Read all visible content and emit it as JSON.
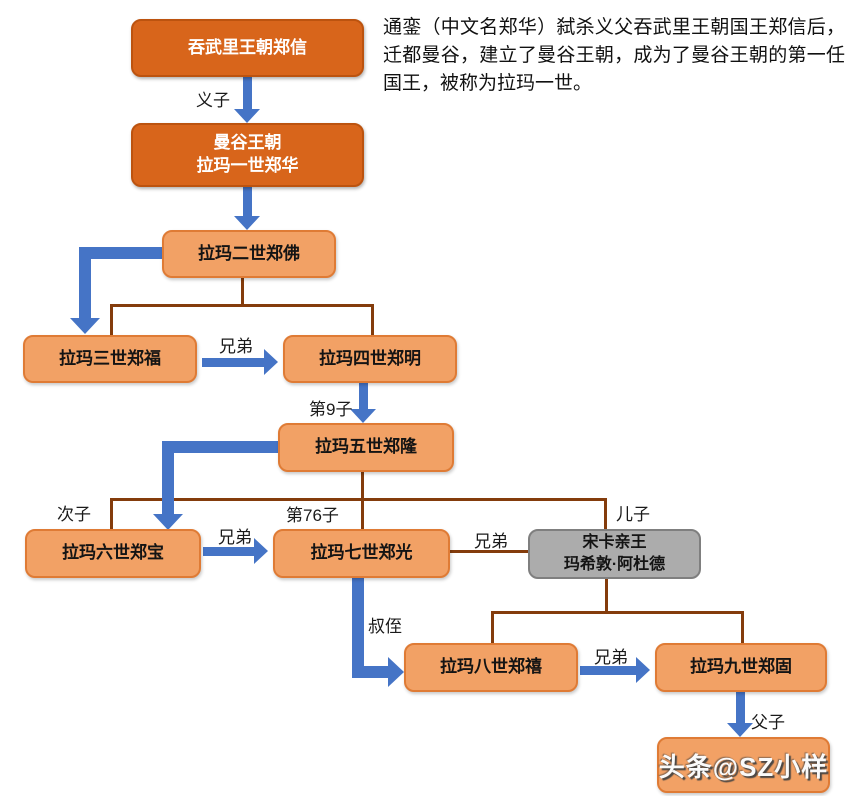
{
  "colors": {
    "box_dark": "#D8651B",
    "box_dark_border": "#BC530F",
    "box_light": "#F2A165",
    "box_light_border": "#DF7B35",
    "box_gray": "#ACACAC",
    "box_gray_border": "#7F7F7F",
    "blue": "#4574C6",
    "brown": "#843C0C"
  },
  "note": {
    "text": "通銮（中文名郑华）弑杀义父吞武里王朝国王郑信后，迁都曼谷，建立了曼谷王朝，成为了曼谷王朝的第一任国王，被称为拉玛一世。"
  },
  "nodes": {
    "taksin": {
      "label": "吞武里王朝郑信"
    },
    "rama1": {
      "label": "曼谷王朝\n拉玛一世郑华"
    },
    "rama2": {
      "label": "拉玛二世郑佛"
    },
    "rama3": {
      "label": "拉玛三世郑福"
    },
    "rama4": {
      "label": "拉玛四世郑明"
    },
    "rama5": {
      "label": "拉玛五世郑隆"
    },
    "rama6": {
      "label": "拉玛六世郑宝"
    },
    "rama7": {
      "label": "拉玛七世郑光"
    },
    "mahidol": {
      "label": "宋卡亲王\n玛希敦·阿杜德"
    },
    "rama8": {
      "label": "拉玛八世郑禧"
    },
    "rama9": {
      "label": "拉玛九世郑固"
    }
  },
  "relations": {
    "yizi": "义子",
    "xiongdi1": "兄弟",
    "di9zi": "第9子",
    "cizi": "次子",
    "di76zi": "第76子",
    "erzi": "儿子",
    "xiongdi2": "兄弟",
    "xiongdi3": "兄弟",
    "shuzhi": "叔侄",
    "xiongdi4": "兄弟",
    "fuzi": "父子"
  },
  "watermark": "头条@SZ小样"
}
